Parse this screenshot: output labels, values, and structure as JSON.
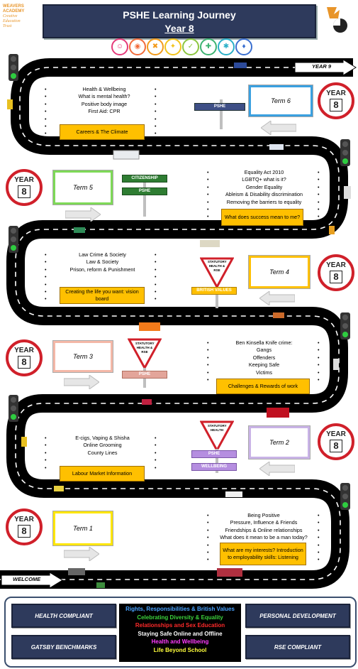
{
  "header": {
    "school": [
      "WEAVERS",
      "ACADEMY",
      "Creative",
      "Education",
      "Trust"
    ],
    "title": "PSHE Learning Journey",
    "year": "Year 8"
  },
  "road": {
    "year9_label": "YEAR 9",
    "welcome_label": "WELCOME"
  },
  "year_sign": {
    "label": "YEAR",
    "number": "8"
  },
  "term6": {
    "title": "Term 6",
    "bullets": [
      "Health & Wellbeing",
      "What is mental health?",
      "Positive body image",
      "First Aid: CPR"
    ],
    "highlight": "Careers & The Climate",
    "tags": [
      "PSHE"
    ]
  },
  "term5": {
    "title": "Term 5",
    "bullets": [
      "Equality Act 2010",
      "LGBTQ+ what is it?",
      "Gender Equality",
      "Ableism & Disability discrimination",
      "Removing the barriers to equality"
    ],
    "highlight": "What does success mean to me?",
    "tags": [
      "CITIZENSHIP",
      "PSHE"
    ]
  },
  "term4": {
    "title": "Term 4",
    "bullets": [
      "Law Crime & Society",
      "Law & Society",
      "Prison, reform & Punishment"
    ],
    "highlight": "Creating the life you want: vision board",
    "tags": [
      "BRITISH VALUES"
    ],
    "triangle": "STATUTORY HEALTH & RSE"
  },
  "term3": {
    "title": "Term 3",
    "bullets": [
      "Ben Kinsella Knife crime:",
      "Gangs",
      "Offenders",
      "Keeping Safe",
      "Victims"
    ],
    "highlight": "Challenges & Rewards of work",
    "tags": [
      "PSHE"
    ],
    "triangle": "STATUTORY HEALTH & RSE"
  },
  "term2": {
    "title": "Term 2",
    "bullets": [
      "E-cigs, Vaping & Shisha",
      "Online Grooming",
      "County Lines"
    ],
    "highlight": "Labour Market Information",
    "tags": [
      "PSHE",
      "WELLBEING"
    ],
    "triangle": "STATUTORY HEALTH"
  },
  "term1": {
    "title": "Term 1",
    "bullets": [
      "Being Positive",
      "Pressure, Influence & Friends",
      "Friendships & Online relationships",
      "What does it mean to be a man today?"
    ],
    "highlight": "What are my interests? Introduction to employability skills: Listening"
  },
  "footer": {
    "health_compliant": "HEALTH COMPLIANT",
    "personal_development": "PERSONAL DEVELOPMENT",
    "gatsby": "GATSBY BENCHMARKS",
    "rse_compliant": "RSE COMPLIANT",
    "themes": [
      {
        "text": "Rights, Responsibilities & British Values",
        "color": "#4aa3ff"
      },
      {
        "text": "Celebrating Diversity & Equality",
        "color": "#3cd23c"
      },
      {
        "text": "Relationships and Sex Education",
        "color": "#ff2a2a"
      },
      {
        "text": "Staying Safe Online and Offline",
        "color": "#ffffff"
      },
      {
        "text": "Health and Wellbeing",
        "color": "#ff3cff"
      },
      {
        "text": "Life Beyond School",
        "color": "#ffff3c"
      }
    ]
  },
  "colors": {
    "navy": "#2e3a5c",
    "highlight": "#ffc000",
    "term6": "#3aa0e0",
    "term5": "#7ed957",
    "term4": "#ffc000",
    "term3": "#f4b8a8",
    "term2": "#c9b3e6",
    "term1": "#ffe600"
  }
}
